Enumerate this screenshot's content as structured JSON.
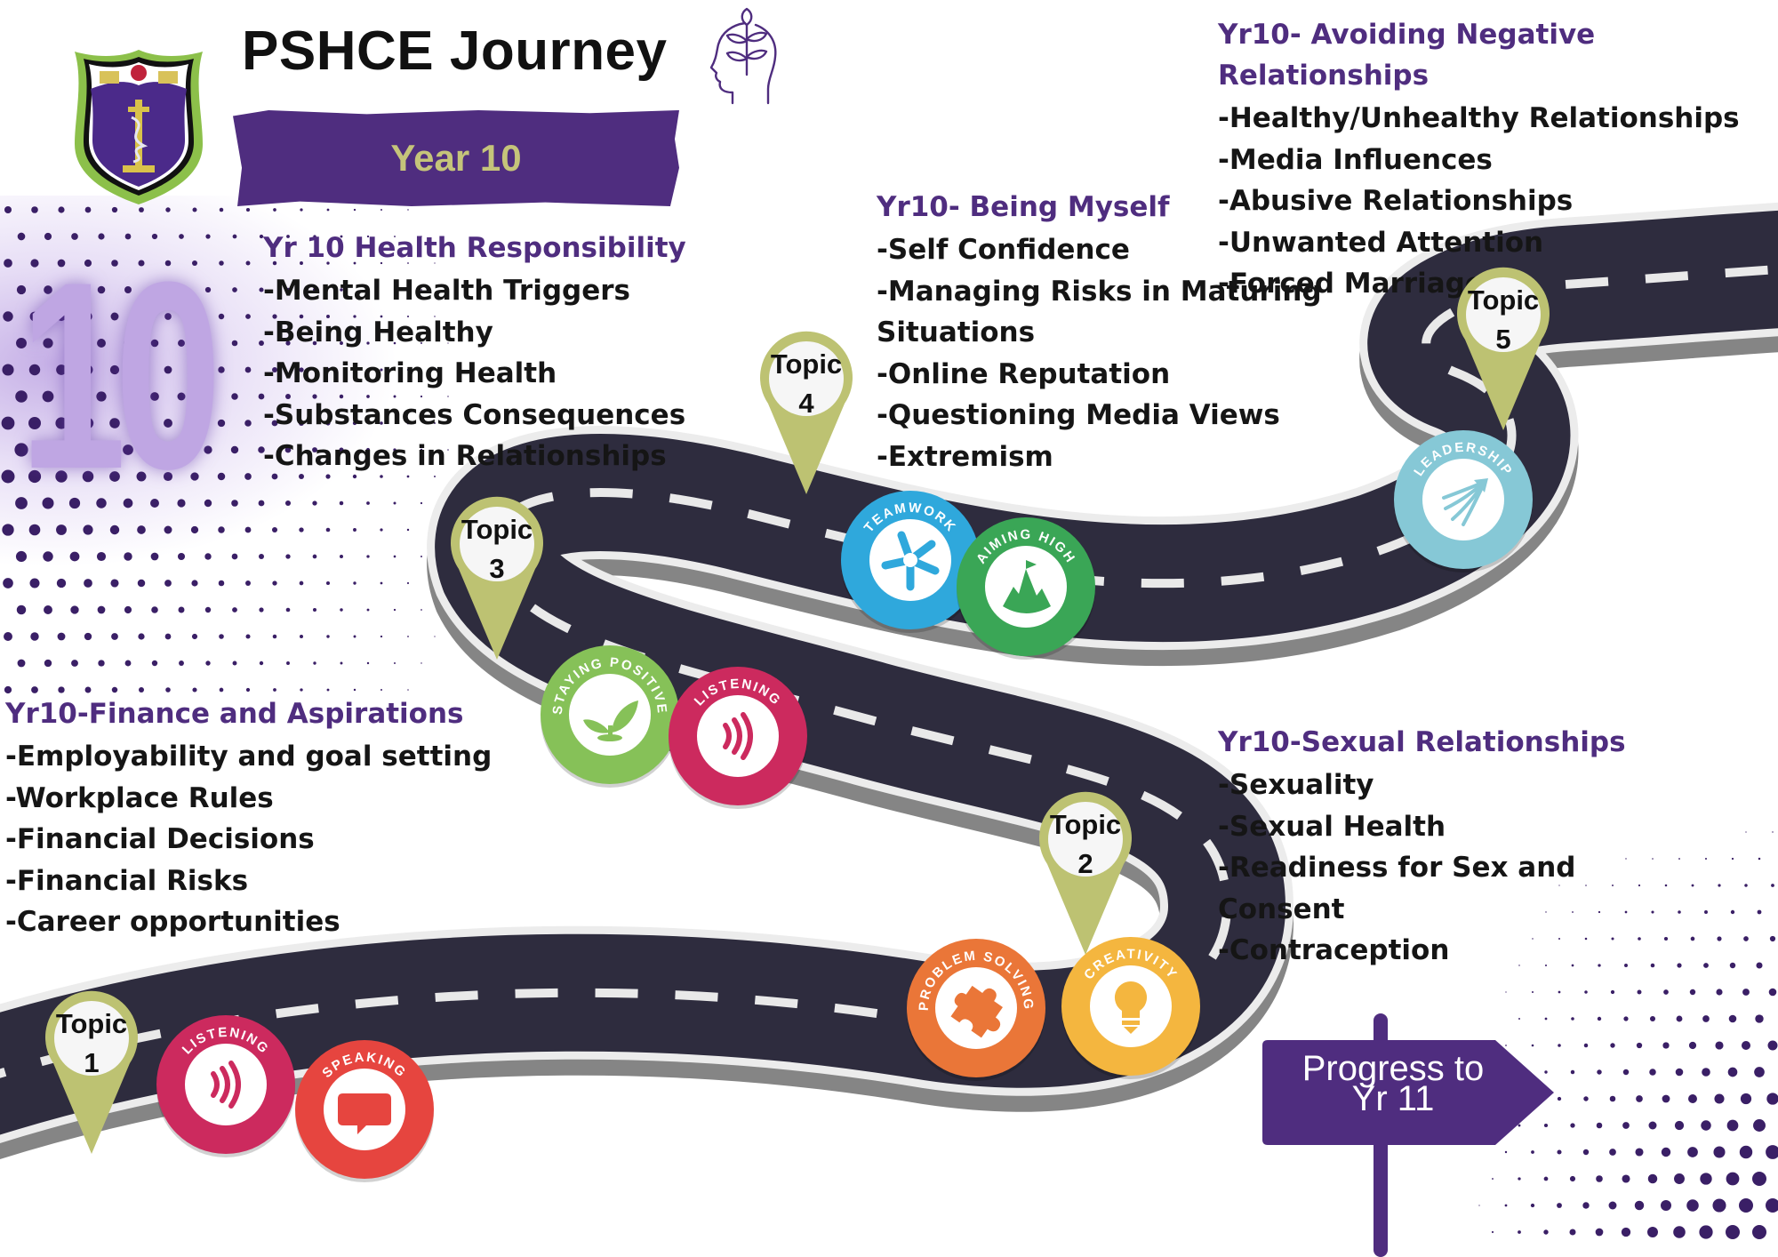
{
  "header": {
    "title": "PSHCE Journey",
    "year_label": "Year 10",
    "big_number": "10"
  },
  "colors": {
    "purple": "#4f2d7f",
    "olive": "#bdc272",
    "road": "#2e2c3e",
    "light_purple": "#bfa6e3"
  },
  "icons": {
    "crest": "school-crest-icon",
    "head": "head-with-plant-icon"
  },
  "sections": [
    {
      "title": "Yr 10 Health Responsibility",
      "items": [
        "-Mental Health Triggers",
        "-Being Healthy",
        "-Monitoring Health",
        "-Substances Consequences",
        "-Changes in Relationships"
      ]
    },
    {
      "title": "Yr10- Being Myself",
      "items": [
        "-Self Confidence",
        "-Managing Risks in Maturing Situations",
        "-Online Reputation",
        "-Questioning Media Views",
        "-Extremism"
      ]
    },
    {
      "title": "Yr10- Avoiding Negative Relationships",
      "items": [
        "-Healthy/Unhealthy Relationships",
        "-Media Influences",
        "-Abusive Relationships",
        "-Unwanted Attention",
        "-Forced Marriage"
      ]
    },
    {
      "title": "Yr10-Finance and Aspirations",
      "items": [
        "-Employability and goal setting",
        "-Workplace Rules",
        "-Financial Decisions",
        "-Financial Risks",
        "-Career opportunities"
      ]
    },
    {
      "title": "Yr10-Sexual Relationships",
      "items": [
        "-Sexuality",
        "-Sexual Health",
        "-Readiness for Sex and Consent",
        "-Contraception"
      ]
    }
  ],
  "pins": [
    {
      "label": "Topic",
      "number": "1"
    },
    {
      "label": "Topic",
      "number": "2"
    },
    {
      "label": "Topic",
      "number": "3"
    },
    {
      "label": "Topic",
      "number": "4"
    },
    {
      "label": "Topic",
      "number": "5"
    }
  ],
  "badges": [
    {
      "label": "LISTENING",
      "icon": "sound-waves-icon",
      "color": "#cc2a5e"
    },
    {
      "label": "SPEAKING",
      "icon": "speech-bubble-icon",
      "color": "#e6453f"
    },
    {
      "label": "STAYING POSITIVE",
      "icon": "sprout-icon",
      "color": "#86c158"
    },
    {
      "label": "LISTENING",
      "icon": "sound-waves-icon",
      "color": "#cc2a5e"
    },
    {
      "label": "TEAMWORK",
      "icon": "hands-together-icon",
      "color": "#2fa8dc"
    },
    {
      "label": "AIMING HIGH",
      "icon": "mountain-flag-icon",
      "color": "#3aa656"
    },
    {
      "label": "LEADERSHIP",
      "icon": "arrow-rays-icon",
      "color": "#86c8d6"
    },
    {
      "label": "PROBLEM SOLVING",
      "icon": "puzzle-piece-icon",
      "color": "#ea7638"
    },
    {
      "label": "CREATIVITY",
      "icon": "lightbulb-icon",
      "color": "#f4b63f"
    }
  ],
  "signpost": {
    "line1": "Progress to",
    "line2": "Yr 11"
  }
}
